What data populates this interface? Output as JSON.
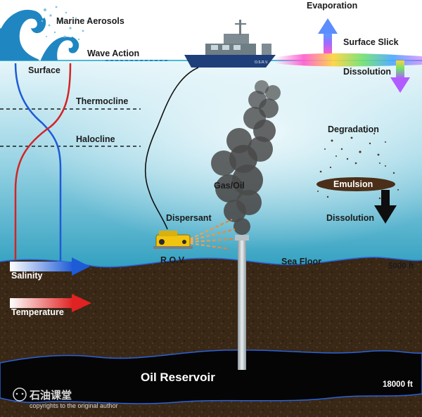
{
  "labels": {
    "marine_aerosols": "Marine Aerosols",
    "wave_action": "Wave Action",
    "surface": "Surface",
    "thermocline": "Thermocline",
    "halocline": "Halocline",
    "evaporation": "Evaporation",
    "surface_slick": "Surface Slick",
    "dissolution_top": "Dissolution",
    "degradation": "Degradation",
    "emulsion": "Emulsion",
    "dissolution_bottom": "Dissolution",
    "gas_oil": "Gas/Oil",
    "dispersant": "Dispersant",
    "rov": "R.O.V.",
    "sea_floor": "Sea Floor",
    "depth_5000": "5000 ft",
    "salinity": "Salinity",
    "temperature": "Temperature",
    "oil_reservoir": "Oil Reservoir",
    "depth_18000": "18000 ft"
  },
  "ship": {
    "name": "O.S.R.V."
  },
  "watermark": {
    "brand": "石油课堂",
    "copyright": "copyrights to the original author"
  },
  "colors": {
    "ocean_top": "#d8f0f6",
    "ocean_bottom": "#2f9fbf",
    "sediment": "#3a2817",
    "reservoir": "#050505",
    "reservoir_edge": "#2a63d8",
    "salinity_line": "#1e5bd6",
    "temperature_line": "#d42424",
    "ship_hull": "#1f3f7a",
    "rov_body": "#f1c40f",
    "dispersant_spray": "#ef7a2a",
    "plume": "#4a4a4a"
  }
}
